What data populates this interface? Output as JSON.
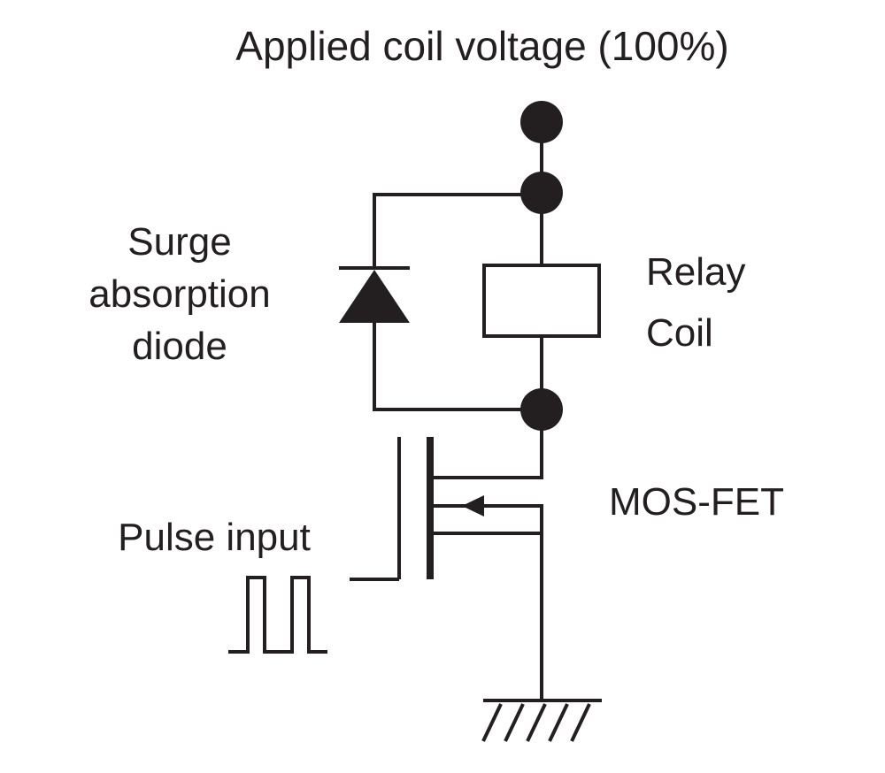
{
  "title": "Applied coil voltage (100%)",
  "labels": {
    "diode": [
      "Surge",
      "absorption",
      "diode"
    ],
    "coil": [
      "Relay",
      "Coil"
    ],
    "fet": "MOS-FET",
    "pulse": "Pulse input"
  },
  "colors": {
    "ink": "#231f20",
    "background": "#ffffff"
  }
}
